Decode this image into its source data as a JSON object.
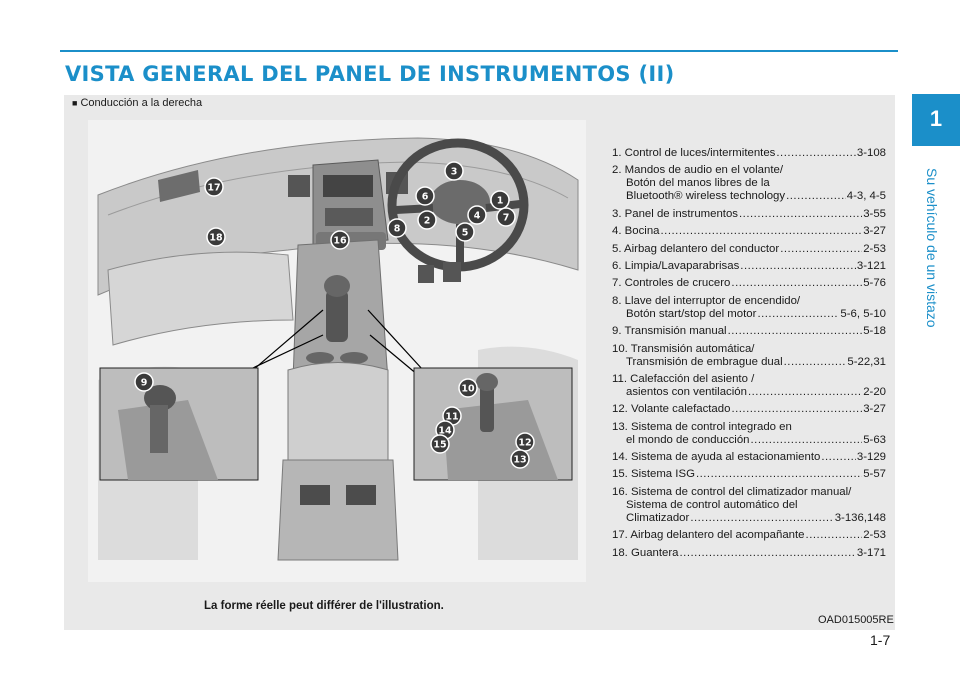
{
  "page": {
    "title": "VISTA GENERAL DEL PANEL DE INSTRUMENTOS (II)",
    "chapter_number": "1",
    "chapter_title": "Su vehículo de un vistazo",
    "subtitle_marker": "■",
    "subtitle": "Conducción a la derecha",
    "disclaimer": "La forme réelle peut différer de l'illustration.",
    "image_code": "OAD015005RE",
    "page_number": "1-7"
  },
  "illustration": {
    "callouts": [
      "1",
      "2",
      "3",
      "4",
      "5",
      "6",
      "7",
      "8",
      "9",
      "10",
      "11",
      "12",
      "13",
      "14",
      "15",
      "16",
      "17",
      "18"
    ],
    "badge_color": "#3a3a3a"
  },
  "legend": [
    {
      "lines": [
        {
          "text": "1. Control de luces/intermitentes",
          "ref": "3-108"
        }
      ]
    },
    {
      "lines": [
        {
          "text": "2. Mandos de audio en el volante/"
        },
        {
          "text": "Botón del manos libres de la",
          "cont": true
        },
        {
          "text": "Bluetooth® wireless technology",
          "ref": "4-3, 4-5",
          "cont": true
        }
      ]
    },
    {
      "lines": [
        {
          "text": "3. Panel de instrumentos",
          "ref": "3-55"
        }
      ]
    },
    {
      "lines": [
        {
          "text": "4. Bocina",
          "ref": "3-27"
        }
      ]
    },
    {
      "lines": [
        {
          "text": "5. Airbag delantero del conductor",
          "ref": "2-53"
        }
      ]
    },
    {
      "lines": [
        {
          "text": "6. Limpia/Lavaparabrisas",
          "ref": "3-121"
        }
      ]
    },
    {
      "lines": [
        {
          "text": "7. Controles de crucero",
          "ref": "5-76"
        }
      ]
    },
    {
      "lines": [
        {
          "text": "8. Llave del interruptor de encendido/"
        },
        {
          "text": "Botón start/stop del motor",
          "ref": "5-6, 5-10",
          "cont": true
        }
      ]
    },
    {
      "lines": [
        {
          "text": "9. Transmisión manual",
          "ref": "5-18"
        }
      ]
    },
    {
      "lines": [
        {
          "text": "10. Transmisión automática/"
        },
        {
          "text": "Transmisión de embrague dual",
          "ref": "5-22,31",
          "cont": true
        }
      ]
    },
    {
      "lines": [
        {
          "text": "11. Calefacción del asiento /"
        },
        {
          "text": "asientos con ventilación",
          "ref": "2-20",
          "cont": true
        }
      ]
    },
    {
      "lines": [
        {
          "text": "12. Volante calefactado",
          "ref": "3-27"
        }
      ]
    },
    {
      "lines": [
        {
          "text": "13. Sistema de control integrado en"
        },
        {
          "text": "el mondo de conducción",
          "ref": "5-63",
          "cont": true
        }
      ]
    },
    {
      "lines": [
        {
          "text": "14. Sistema de ayuda al estacionamiento",
          "ref": "3-129"
        }
      ]
    },
    {
      "lines": [
        {
          "text": "15. Sistema ISG",
          "ref": "5-57"
        }
      ]
    },
    {
      "lines": [
        {
          "text": "16. Sistema de control del climatizador manual/"
        },
        {
          "text": "Sistema de control automático del",
          "cont": true
        },
        {
          "text": "Climatizador",
          "ref": "3-136,148",
          "cont": true
        }
      ]
    },
    {
      "lines": [
        {
          "text": "17. Airbag delantero del acompañante",
          "ref": "2-53"
        }
      ]
    },
    {
      "lines": [
        {
          "text": "18. Guantera",
          "ref": "3-171"
        }
      ]
    }
  ]
}
